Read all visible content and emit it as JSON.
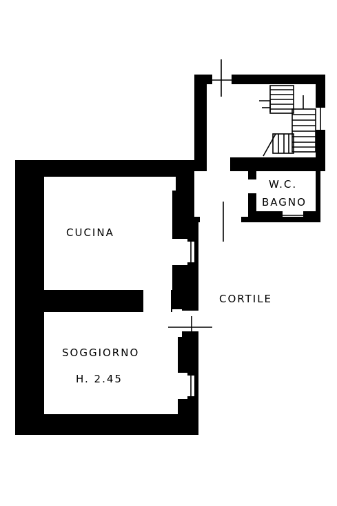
{
  "floor_plan": {
    "rooms": {
      "cucina": "CUCINA",
      "cortile": "CORTILE",
      "wc": "W.C.",
      "bagno": "BAGNO",
      "soggiorno": "SOGGIORNO",
      "height": "H. 2.45"
    },
    "colors": {
      "wall": "#000000",
      "background": "#ffffff"
    }
  }
}
